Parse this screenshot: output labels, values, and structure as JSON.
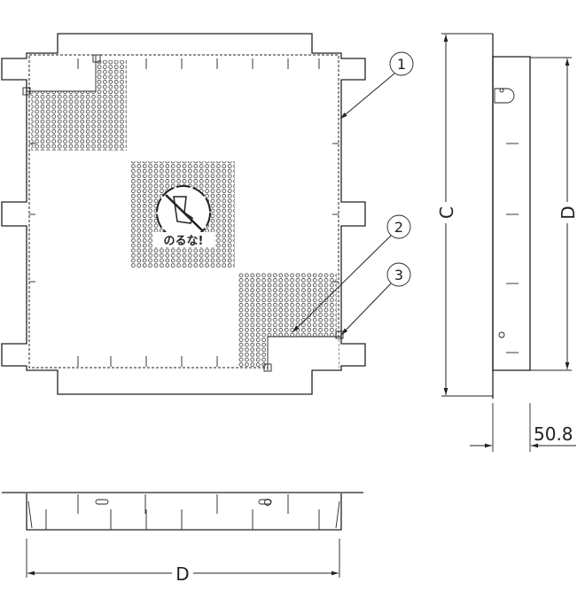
{
  "drawing": {
    "callouts": [
      "1",
      "2",
      "3"
    ],
    "plate_text": "のるな!",
    "dimensions": {
      "height_label": "C",
      "depth_label_side": "D",
      "depth_label_bottom": "D",
      "thickness_value": "50.8"
    }
  },
  "colors": {
    "line": "#222222",
    "background": "#ffffff"
  }
}
